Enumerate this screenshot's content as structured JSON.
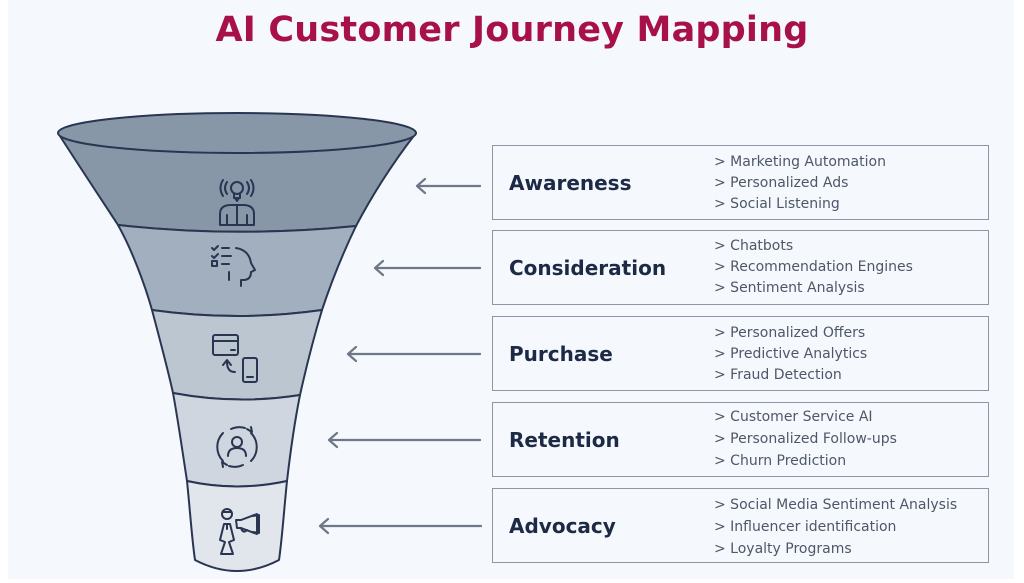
{
  "title": "AI Customer Journey Mapping",
  "colors": {
    "title": "#a8104a",
    "background": "#f5f9fd",
    "outline": "#2a3552",
    "arrow": "#6f7888",
    "segments": [
      "#8797a8",
      "#a2afbe",
      "#bcc6d1",
      "#cfd6df",
      "#e1e6ec"
    ]
  },
  "stages": [
    {
      "name": "Awareness",
      "icon": "lightbulb-person-icon",
      "items": [
        "> Marketing Automation",
        "> Personalized Ads",
        "> Social Listening"
      ]
    },
    {
      "name": "Consideration",
      "icon": "checklist-head-icon",
      "items": [
        "> Chatbots",
        "> Recommendation Engines",
        "> Sentiment Analysis"
      ]
    },
    {
      "name": "Purchase",
      "icon": "card-to-phone-icon",
      "items": [
        "> Personalized Offers",
        "> Predictive Analytics",
        "> Fraud Detection"
      ]
    },
    {
      "name": "Retention",
      "icon": "person-cycle-icon",
      "items": [
        "> Customer Service AI",
        "> Personalized Follow-ups",
        "> Churn Prediction"
      ]
    },
    {
      "name": "Advocacy",
      "icon": "person-megaphone-icon",
      "items": [
        "> Social Media Sentiment Analysis",
        "> Influencer identification",
        "> Loyalty Programs"
      ]
    }
  ]
}
